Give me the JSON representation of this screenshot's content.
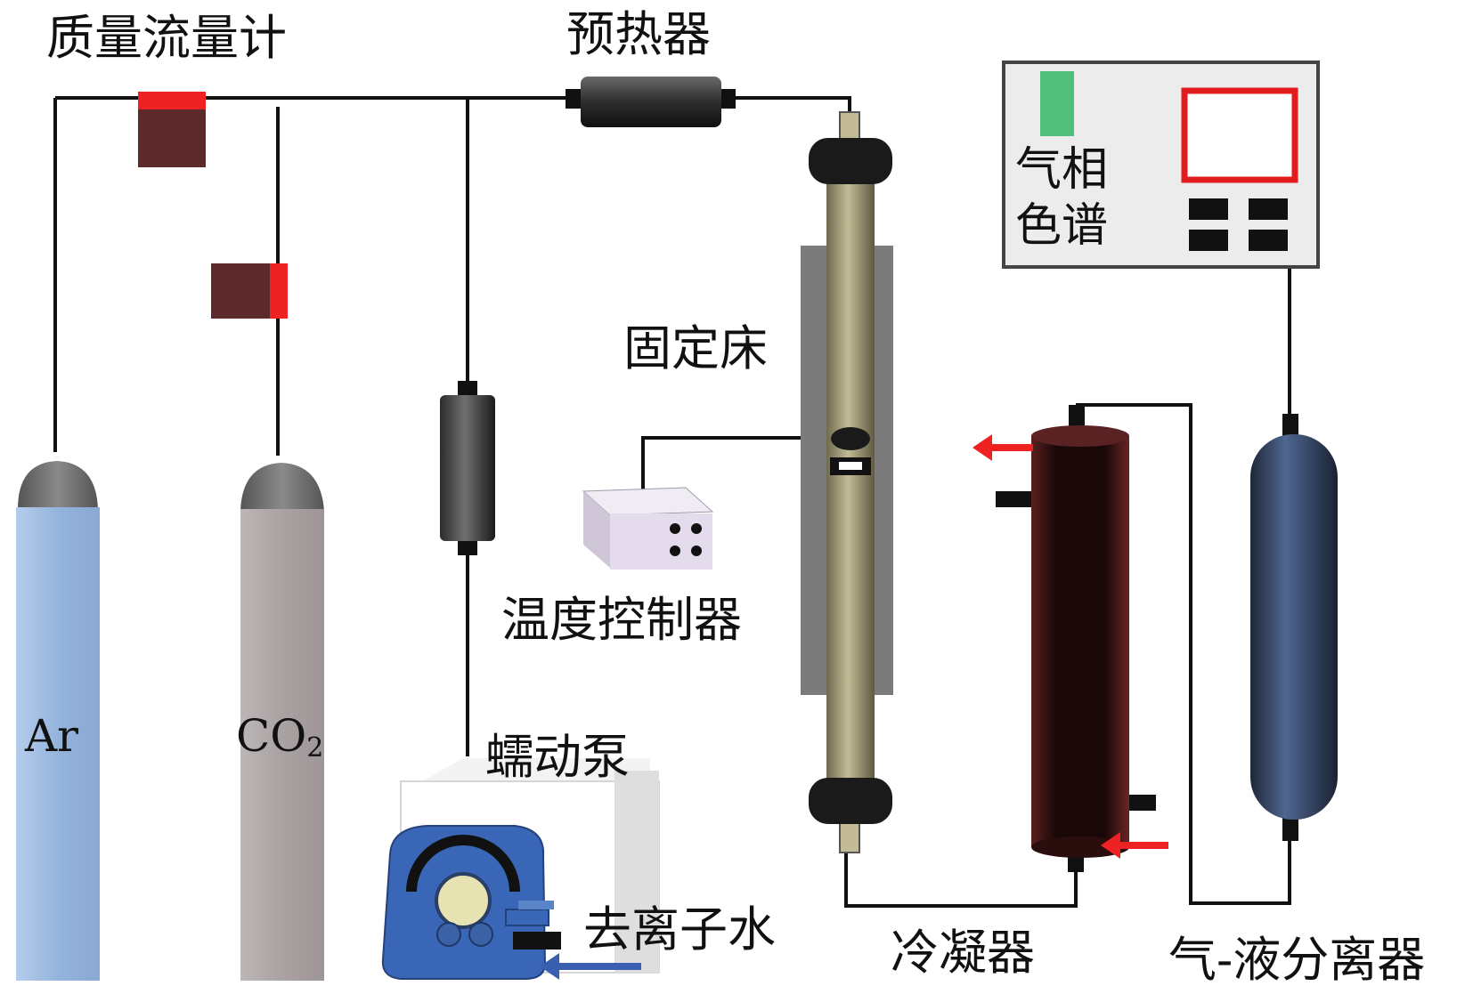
{
  "labels": {
    "mass_flow_meter": "质量流量计",
    "preheater": "预热器",
    "gc_line1": "气相",
    "gc_line2": "色谱",
    "fixed_bed": "固定床",
    "temp_controller": "温度控制器",
    "peristaltic_pump": "蠕动泵",
    "deionized_water": "去离子水",
    "condenser": "冷凝器",
    "gas_liquid_separator": "气-液分离器",
    "ar_cylinder": "Ar",
    "co2_main": "CO",
    "co2_sub": "2"
  },
  "colors": {
    "pipe": "#111111",
    "ar_cylinder": "#94b4dc",
    "co2_cylinder": "#aaa2a2",
    "cylinder_cap": "#6a6a6a",
    "flow_meter": "#5c2a2a",
    "flow_meter_accent": "#ee2222",
    "furnace": "#7b7b7b",
    "reactor_tube": "#a8a07c",
    "condenser": "#3a1414",
    "separator": "#33425e",
    "gc_box": "#ececec",
    "gc_screen": "#e11d1d",
    "gc_indicator": "#4fbf7a",
    "arrow_red": "#ee2222",
    "arrow_blue": "#3b5fb0",
    "pump_head": "#3a66b8",
    "temp_box": "#e4dcec"
  }
}
